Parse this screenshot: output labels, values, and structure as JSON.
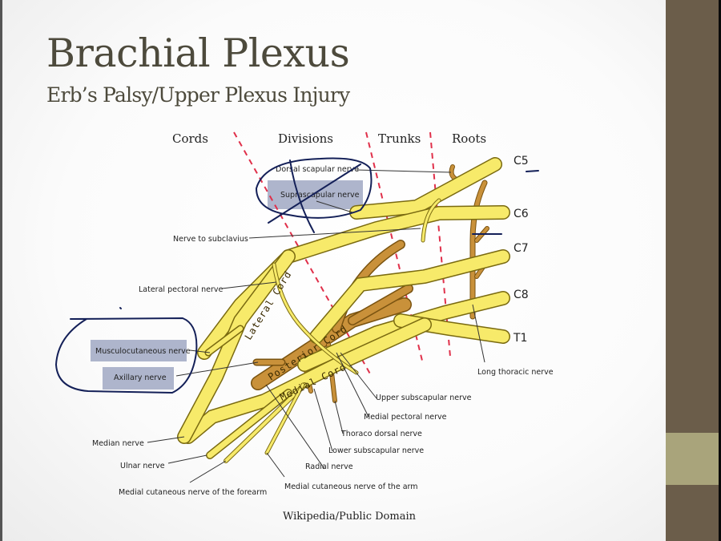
{
  "slide": {
    "title": "Brachial Plexus",
    "subtitle": "Erb’s Palsy/Upper Plexus Injury",
    "credit": "Wikipedia/Public Domain",
    "colors": {
      "title": "#4d4a3c",
      "sidebar": "#6b5d4a",
      "sidebar_stripe": "#a9a47b",
      "nerve_yellow": "#f7ea6a",
      "posterior_brown": "#c9913a",
      "divider_red": "#e0304a",
      "annotation_ink": "#142058",
      "highlight_box": "#aeb5cc"
    }
  },
  "diagram": {
    "section_headers": [
      "Cords",
      "Divisions",
      "Trunks",
      "Roots"
    ],
    "roots": [
      "C5",
      "C6",
      "C7",
      "C8",
      "T1"
    ],
    "cord_labels": {
      "lateral": "Lateral Cord",
      "posterior": "Posterior Cord",
      "medial": "Medial Cord"
    },
    "nerve_labels": {
      "dorsal_scapular": "Dorsal scapular nerve",
      "suprascapular": "Suprascapular nerve",
      "subclavius": "Nerve to subclavius",
      "lateral_pectoral": "Lateral pectoral nerve",
      "musculocutaneous": "Musculocutaneous nerve",
      "axillary": "Axillary nerve",
      "median": "Median nerve",
      "ulnar": "Ulnar nerve",
      "medial_cutaneous_forearm": "Medial cutaneous nerve of the forearm",
      "medial_cutaneous_arm": "Medial cutaneous nerve of the arm",
      "radial": "Radial nerve",
      "lower_subscapular": "Lower subscapular nerve",
      "thoraco_dorsal": "Thoraco dorsal nerve",
      "medial_pectoral": "Medial pectoral nerve",
      "upper_subscapular": "Upper subscapular nerve",
      "long_thoracic": "Long thoracic nerve"
    },
    "highlighted": [
      "Suprascapular nerve",
      "Musculocutaneous nerve",
      "Axillary nerve"
    ]
  }
}
